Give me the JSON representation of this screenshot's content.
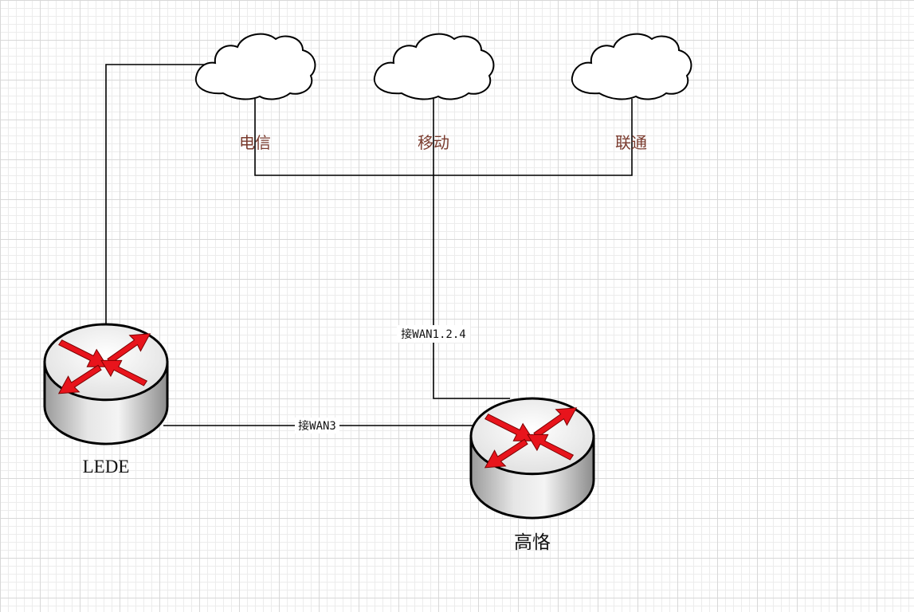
{
  "clouds": [
    {
      "id": "telecom",
      "label": "电信"
    },
    {
      "id": "mobile",
      "label": "移动"
    },
    {
      "id": "unicom",
      "label": "联通"
    }
  ],
  "routers": [
    {
      "id": "lede",
      "label": "LEDE"
    },
    {
      "id": "gaoge",
      "label": "高恪"
    }
  ],
  "links": [
    {
      "id": "gaoge-isp",
      "label": "接WAN1.2.4"
    },
    {
      "id": "lede-gaoge",
      "label": "接WAN3"
    }
  ],
  "colors": {
    "arrow": "#e8141c",
    "router_body": "#d9d9d9",
    "cloud_label": "#7a3b2e"
  },
  "icons": [
    "cloud-icon",
    "router-icon"
  ]
}
